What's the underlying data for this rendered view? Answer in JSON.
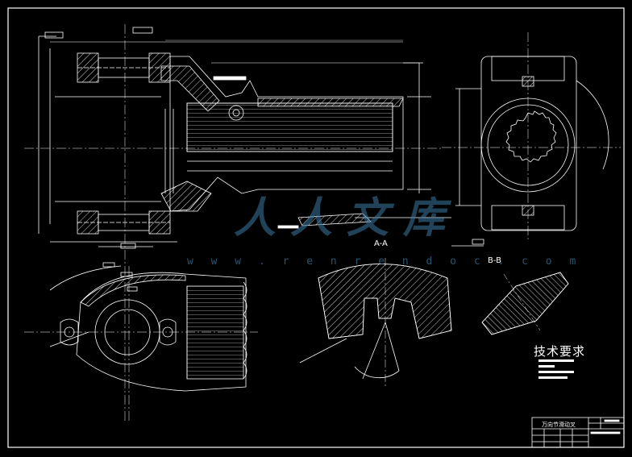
{
  "drawing": {
    "views": {
      "section_aa": "A-A",
      "section_bb": "B-B"
    },
    "tech_requirements": {
      "title": "技术要求"
    },
    "title_block": {
      "part_name": "万向节滑动叉"
    },
    "watermark": {
      "text_cn": "人人文库",
      "url": "w w w . r e n r e n d o c . c o m"
    },
    "colors": {
      "background": "#000000",
      "lines": "#ffffff",
      "watermark": "#3d7ba3"
    }
  }
}
